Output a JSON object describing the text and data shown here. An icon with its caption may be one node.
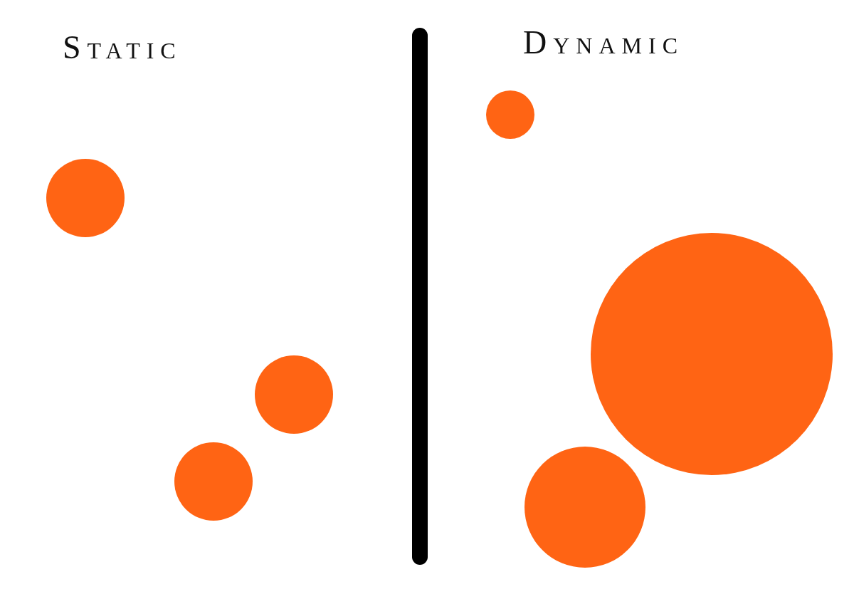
{
  "diagram": {
    "nodes": [
      {
        "text": [],
        "shape": "circle"
      },
      {
        "text": [],
        "shape": "circle"
      },
      {
        "text": [],
        "shape": "circle"
      },
      {
        "text": [],
        "shape": "circle"
      },
      {
        "text": [],
        "shape": "circle"
      },
      {
        "text": [],
        "shape": "circle"
      }
    ],
    "labels": [
      "Static",
      "Dynamic"
    ]
  }
}
